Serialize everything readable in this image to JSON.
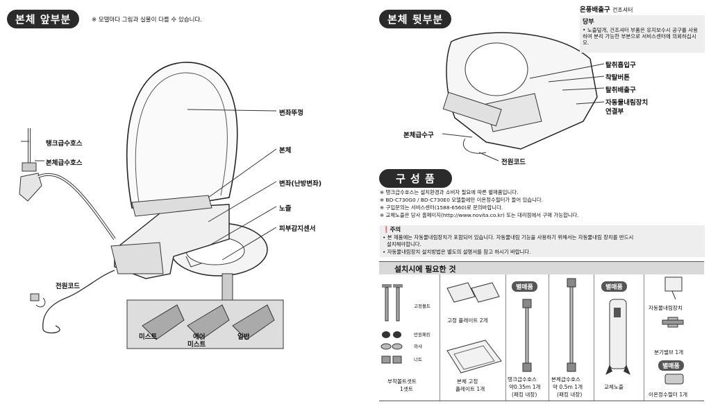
{
  "front": {
    "title": "본체 앞부분",
    "note": "※ 모델마다 그림과 실물이 다를 수 있습니다.",
    "labels": {
      "tank_hose": "탱크급수호스",
      "body_hose": "본체급수호스",
      "lid": "변좌뚜껑",
      "body": "본체",
      "seat": "변좌(난방변좌)",
      "nozzle": "노즐",
      "sensor": "피부감지센서",
      "power_cord": "전원코드",
      "mist": "미스트",
      "air_mist_1": "에어",
      "air_mist_2": "미스트",
      "normal": "일반"
    }
  },
  "back": {
    "title": "본체 뒷부분",
    "warm_air": "온풍배출구",
    "warm_air_sub": "건조셔터",
    "request_title": "당부",
    "request_text": "• 노즐덮개, 건조셔터 부품은 유지보수시 공구를 사용하여 분리 가능한 부분으로 서비스센터에 의뢰하십시오.",
    "deodor_in": "탈취흡입구",
    "release_btn": "착탈버튼",
    "deodor_out": "탈취배출구",
    "auto_flush_1": "자동물내림장치",
    "auto_flush_2": "연결부",
    "water_inlet": "본체급수구",
    "power_cord": "전원코드"
  },
  "components": {
    "title": "구 성 품",
    "notes": [
      "※ 탱크급수호스는 설치환경과 소비자 필요에 따른 별매품입니다.",
      "※ BD-C730G0 / BD-C730E0 모델들에만 이온정수필터가 들어 있습니다.",
      "※ 구입문의는 서비스센터(1588-6560)로 문의바랍니다.",
      "※ 교체노즐은 당사 홈페이지(http://www.novita.co.kr) 또는 대리점에서 구매 가능합니다."
    ],
    "caution_title": "주의",
    "caution_lines": [
      "• 본 제품에는 자동물내림장치가 포함되어 있습니다. 자동물내림 기능을 사용하기 위해서는 자동물내림 장치를 반드시",
      "  설치해야합니다.",
      "• 자동물내림장치 설치방법은 별도의 설명서를 참고 하시기 바랍니다."
    ],
    "required_title": "설치시에 필요한 것",
    "parts": {
      "fix_bolt": "고정볼트",
      "half_packing": "반원패킹",
      "washer": "와샤",
      "nut": "너트",
      "bolt_set_1": "부착볼트셋트",
      "bolt_set_2": "1셋트",
      "fix_plate": "고정 플레이트 2개",
      "body_plate_1": "본체 고정",
      "body_plate_2": "플레이트 1개",
      "sold_sep": "별매품",
      "tank_hose_1": "탱크급수호스",
      "tank_hose_2": "약0.35m 1개",
      "tank_hose_3": "(패킹 내장)",
      "body_hose_1": "본체급수호스",
      "body_hose_2": "약 0.5m 1개",
      "body_hose_3": "(패킹 내장)",
      "nozzle": "교체노즐",
      "auto_flush": "자동물내림장치",
      "branch_valve": "분기밸브 1개",
      "filter": "이온정수필터 1개"
    }
  }
}
